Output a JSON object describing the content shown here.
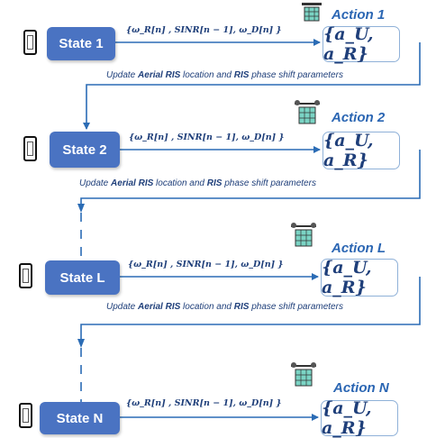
{
  "states": [
    {
      "label": "State 1"
    },
    {
      "label": "State 2"
    },
    {
      "label": "State L"
    },
    {
      "label": "State N"
    }
  ],
  "actions": [
    {
      "title": "Action 1",
      "value": "{a_U, a_R}"
    },
    {
      "title": "Action 2",
      "value": "{a_U, a_R}"
    },
    {
      "title": "Action L",
      "value": "{a_U, a_R}"
    },
    {
      "title": "Action N",
      "value": "{a_U, a_R}"
    }
  ],
  "observation": "{ω_R[n] , SINR[n − 1], ω_D[n] }",
  "update_text": {
    "prefix": "Update ",
    "bold": "Aerial RIS",
    "mid": " location and ",
    "bold2": "RIS",
    "suffix": " phase shift parameters"
  },
  "icons": [
    "phone-icon",
    "drone-ris-icon"
  ],
  "colors": {
    "state_fill": "#4a73c2",
    "arrow": "#2b6cb5",
    "action_border": "#8fb1d8",
    "ris_panel": "#7ad4c4"
  }
}
